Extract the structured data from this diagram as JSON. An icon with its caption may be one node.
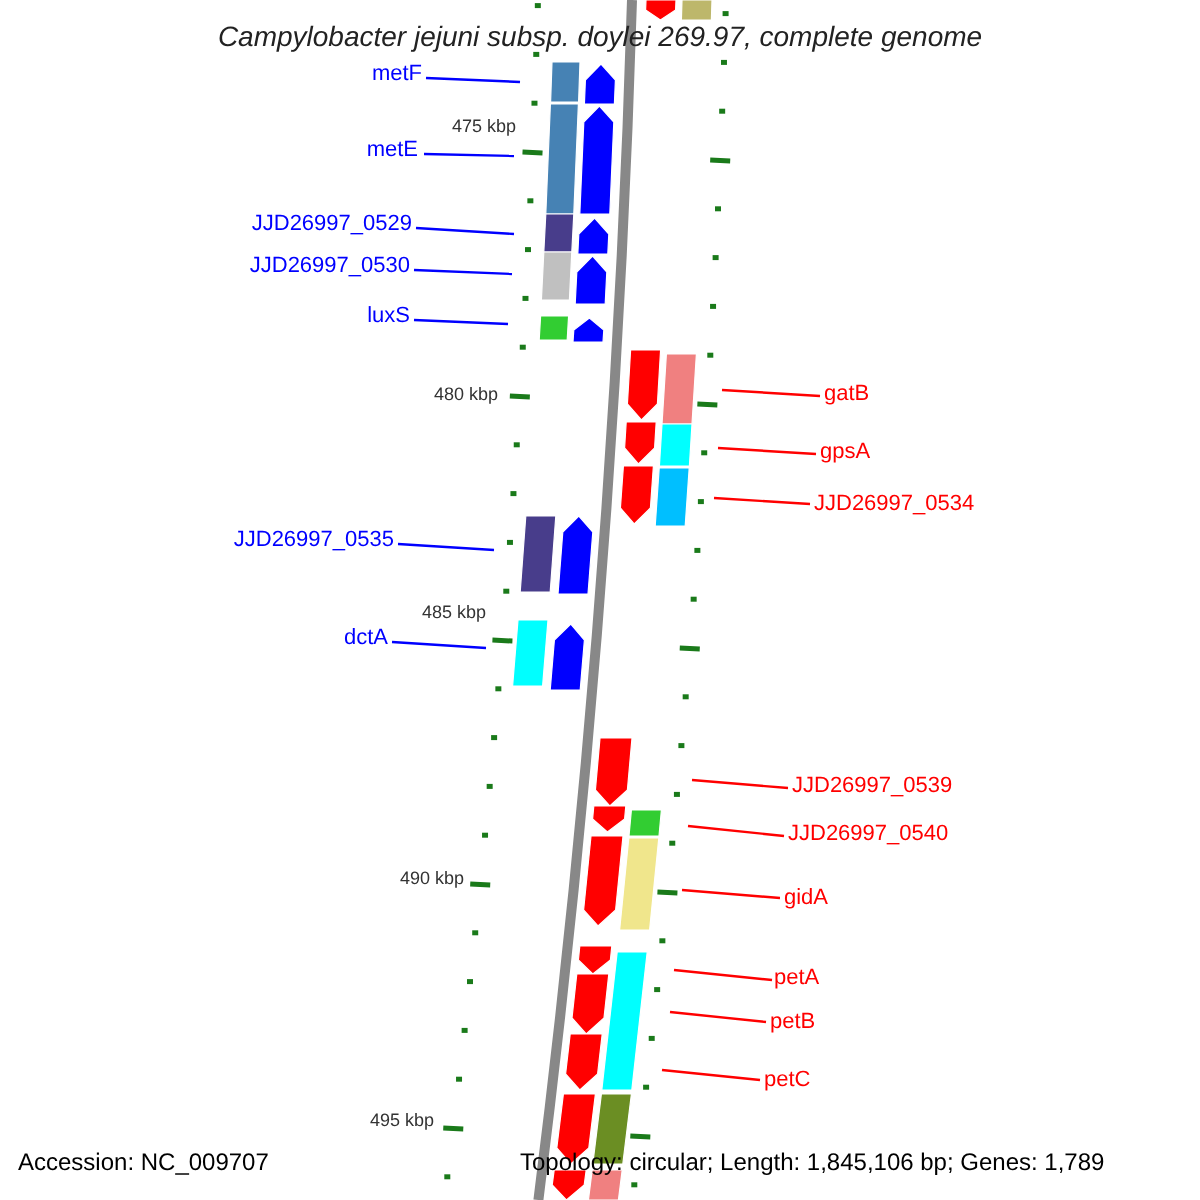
{
  "diagram": {
    "title": "Campylobacter jejuni subsp. doylei 269.97, complete genome",
    "nodes": [
      {
        "text": [
          "metF"
        ]
      },
      {
        "text": [
          "metE"
        ]
      },
      {
        "text": [
          "JJD26997_0529"
        ]
      },
      {
        "text": [
          "JJD26997_0530"
        ]
      },
      {
        "text": [
          "luxS"
        ]
      },
      {
        "text": [
          "gatB"
        ]
      },
      {
        "text": [
          "gpsA"
        ]
      },
      {
        "text": [
          "JJD26997_0534"
        ]
      },
      {
        "text": [
          "JJD26997_0535"
        ]
      },
      {
        "text": [
          "dctA"
        ]
      },
      {
        "text": [
          "JJD26997_0539"
        ]
      },
      {
        "text": [
          "JJD26997_0540"
        ]
      },
      {
        "text": [
          "gidA"
        ]
      },
      {
        "text": [
          "petA"
        ]
      },
      {
        "text": [
          "petB"
        ]
      },
      {
        "text": [
          "petC"
        ]
      }
    ],
    "edges": [
      {
        "from": 0,
        "to": null,
        "arrow": "none",
        "color": "#0000ff"
      },
      {
        "from": 1,
        "to": null,
        "arrow": "none",
        "color": "#0000ff"
      },
      {
        "from": 2,
        "to": null,
        "arrow": "none",
        "color": "#0000ff"
      },
      {
        "from": 3,
        "to": null,
        "arrow": "none",
        "color": "#0000ff"
      },
      {
        "from": 4,
        "to": null,
        "arrow": "none",
        "color": "#0000ff"
      },
      {
        "from": 5,
        "to": null,
        "arrow": "none"
      },
      {
        "from": 6,
        "to": null,
        "arrow": "none"
      },
      {
        "from": 7,
        "to": null,
        "arrow": "none"
      },
      {
        "from": 8,
        "to": null,
        "arrow": "none",
        "color": "#0000ff"
      },
      {
        "from": 9,
        "to": null,
        "arrow": "none",
        "color": "#0000ff"
      },
      {
        "from": 10,
        "to": null,
        "arrow": "none"
      },
      {
        "from": 11,
        "to": null,
        "arrow": "none"
      },
      {
        "from": 12,
        "to": null,
        "arrow": "none"
      },
      {
        "from": 13,
        "to": null,
        "arrow": "none"
      },
      {
        "from": 14,
        "to": null,
        "arrow": "none"
      },
      {
        "from": 15,
        "to": null,
        "arrow": "none"
      }
    ],
    "labels": [
      "475 kbp",
      "480 kbp",
      "485 kbp",
      "490 kbp",
      "495 kbp",
      "Accession: NC_009707",
      "Topology: circular; Length: 1,845,106 bp; Genes: 1,789"
    ]
  }
}
